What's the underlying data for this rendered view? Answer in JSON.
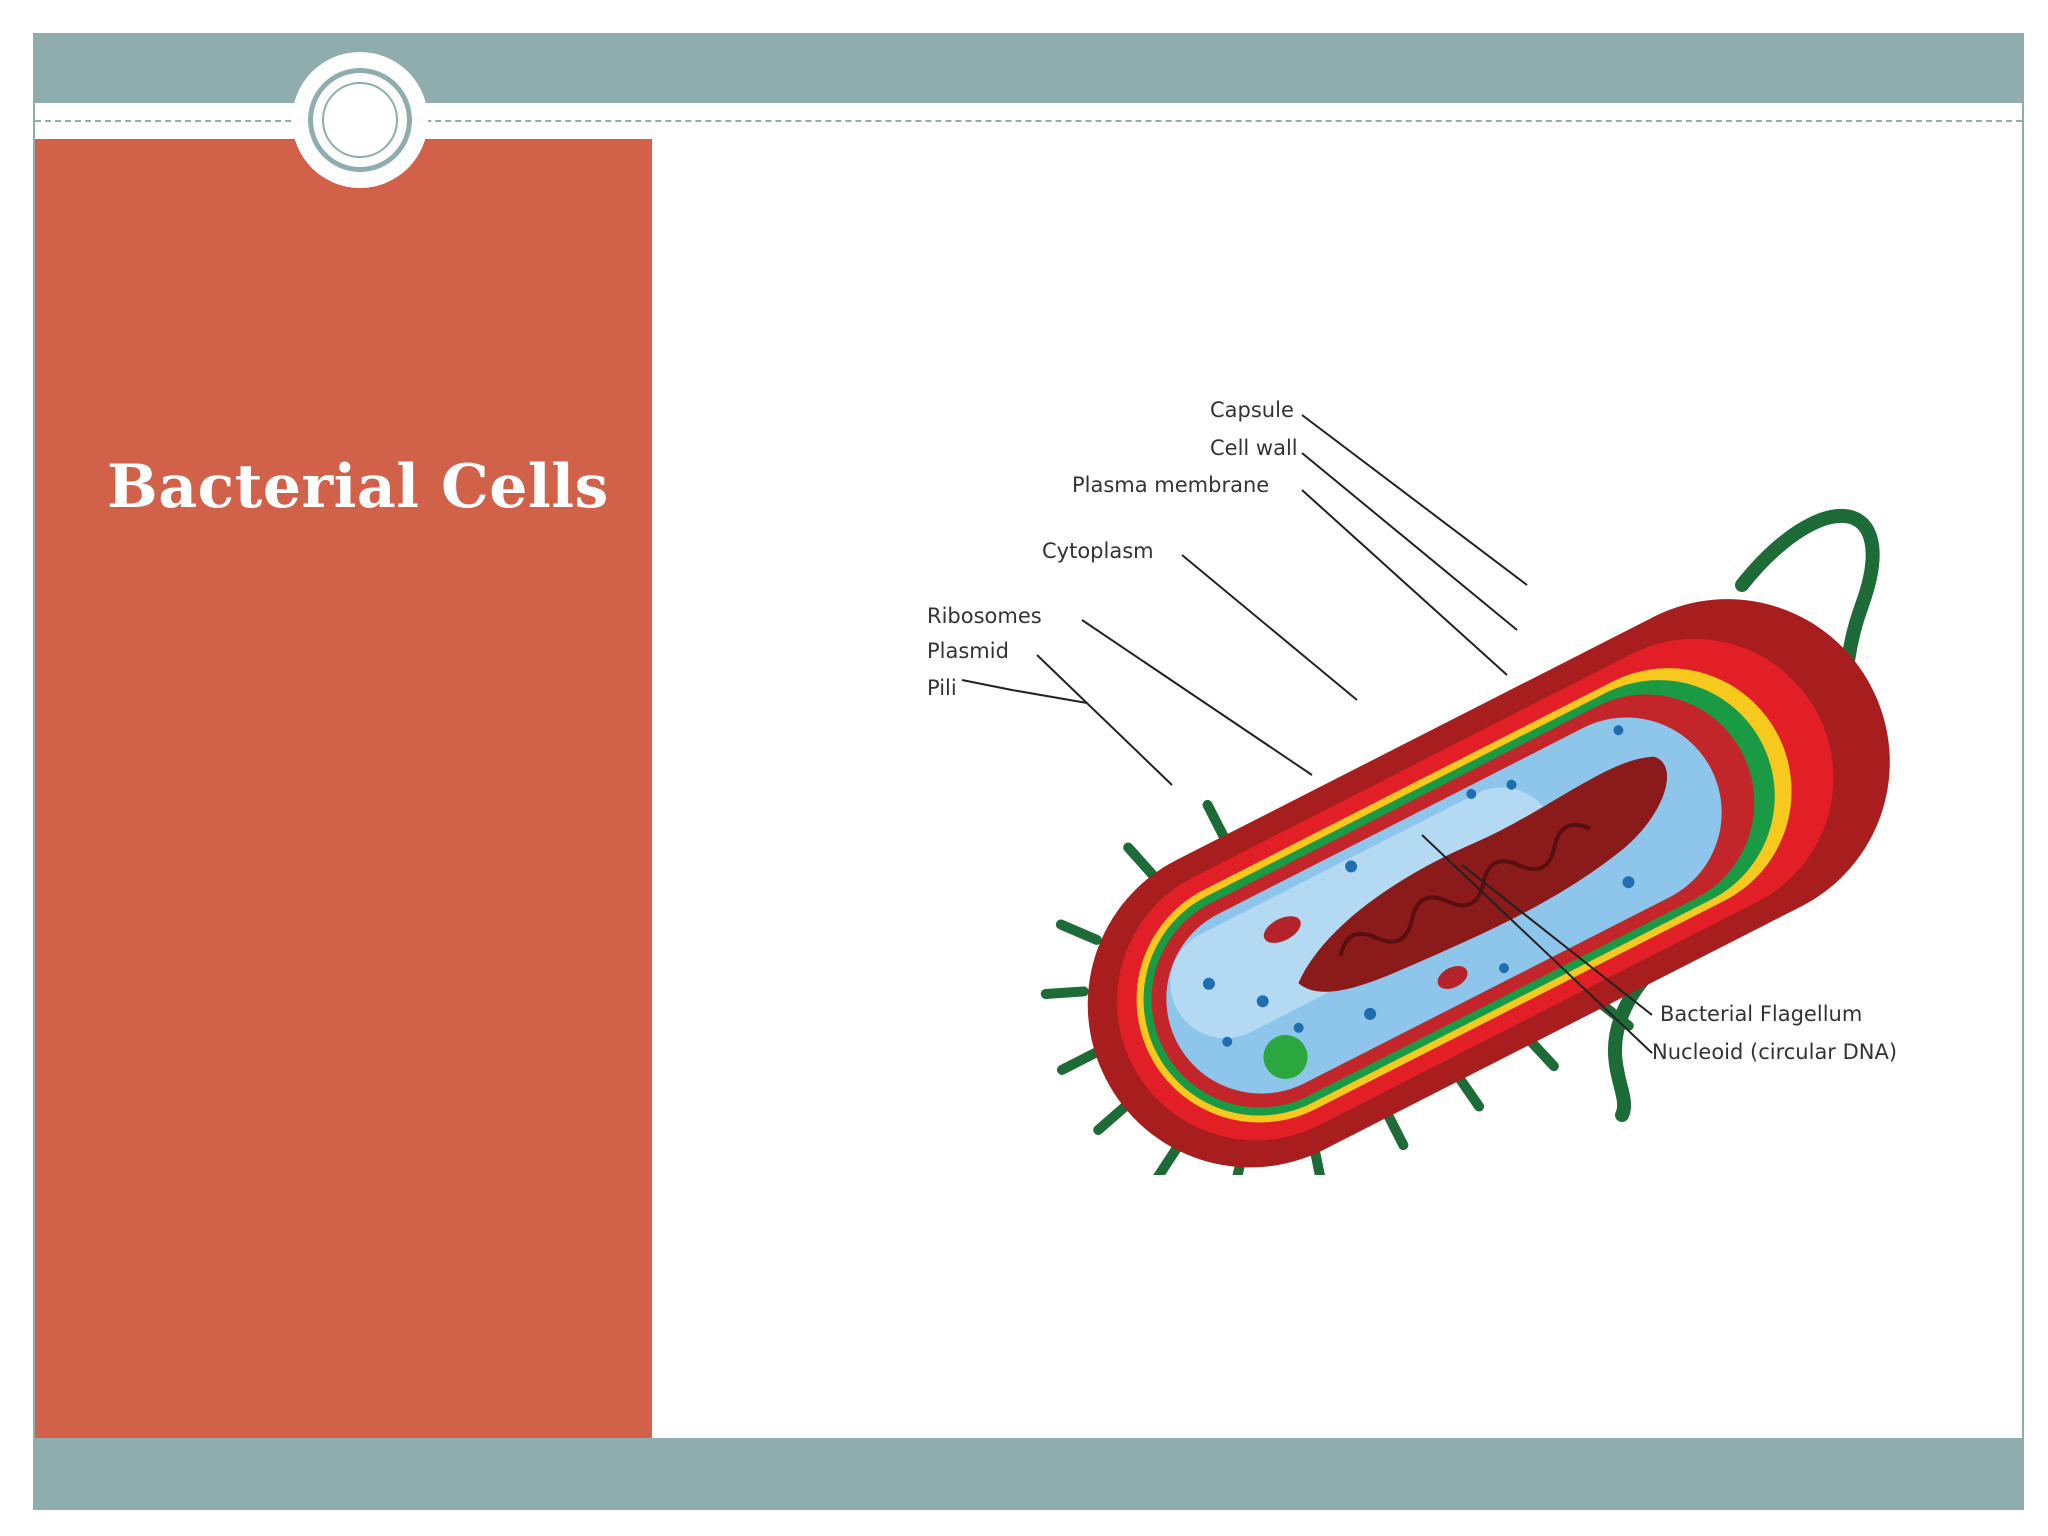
{
  "slide": {
    "title": "Bacterial Cells"
  },
  "colors": {
    "teal_bar": "#8fadad",
    "side_panel": "#d2614a",
    "capsule": "#a81e1e",
    "cell_wall": "#e21f26",
    "membrane_yellow": "#f7c81e",
    "membrane_green": "#1a9a45",
    "cytoplasm": "#8ec5ea",
    "flagellum": "#1d6b36",
    "nucleoid": "#8b1a1a"
  },
  "diagram": {
    "labels": {
      "capsule": "Capsule",
      "cell_wall": "Cell wall",
      "plasma_membrane": "Plasma membrane",
      "cytoplasm": "Cytoplasm",
      "ribosomes": "Ribosomes",
      "plasmid": "Plasmid",
      "pili": "Pili",
      "flagellum": "Bacterial Flagellum",
      "nucleoid": "Nucleoid (circular DNA)"
    }
  }
}
